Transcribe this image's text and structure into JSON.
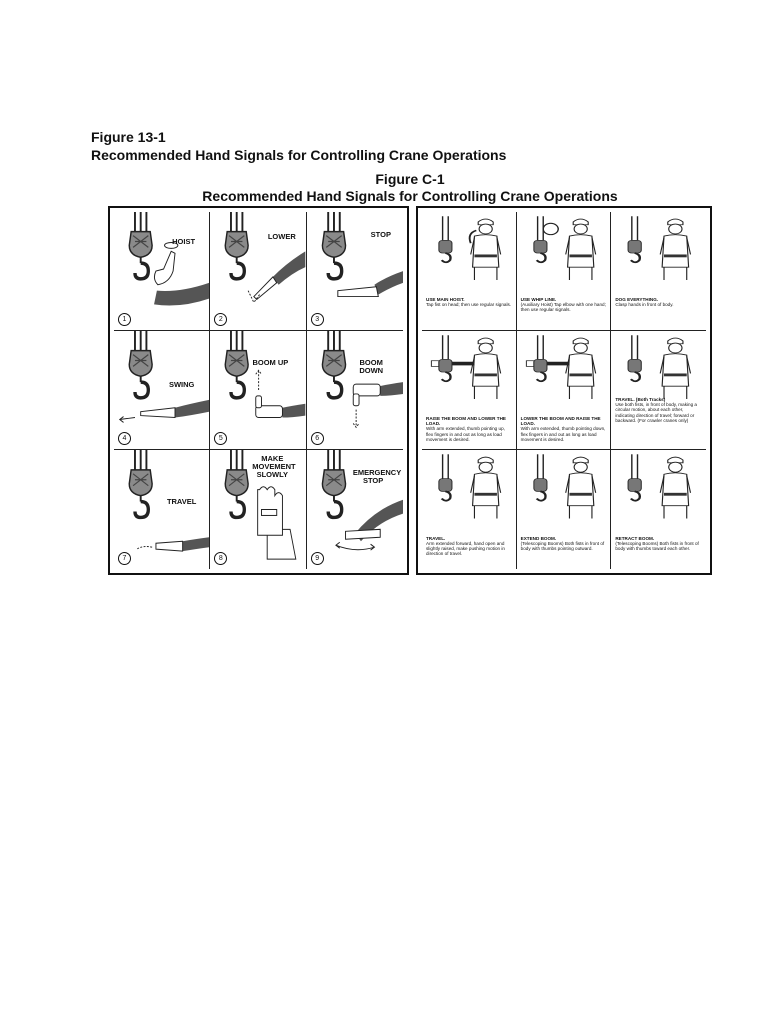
{
  "document": {
    "title_line1": "Figure 13-1",
    "title_line2": "Recommended Hand Signals for Controlling Crane Operations"
  },
  "figure": {
    "number": "Figure C-1",
    "title": "Recommended Hand Signals for Controlling Crane Operations"
  },
  "left_panel": {
    "signals": [
      {
        "number": "1",
        "label": "HOIST",
        "icon": "finger-circle-up-icon"
      },
      {
        "number": "2",
        "label": "LOWER",
        "icon": "finger-point-down-icon"
      },
      {
        "number": "3",
        "label": "STOP",
        "icon": "flat-hand-icon"
      },
      {
        "number": "4",
        "label": "SWING",
        "icon": "point-direction-icon"
      },
      {
        "number": "5",
        "label": "BOOM UP",
        "icon": "thumb-up-icon"
      },
      {
        "number": "6",
        "label": "BOOM DOWN",
        "icon": "thumb-down-icon"
      },
      {
        "number": "7",
        "label": "TRAVEL",
        "icon": "hand-push-icon"
      },
      {
        "number": "8",
        "label": "MAKE MOVEMENT SLOWLY",
        "icon": "hand-over-hand-icon"
      },
      {
        "number": "9",
        "label": "EMERGENCY STOP",
        "icon": "arm-sweep-icon"
      }
    ]
  },
  "right_panel": {
    "signals": [
      {
        "title": "USE MAIN HOIST.",
        "text": "Tap fist on head; then use regular signals."
      },
      {
        "title": "USE WHIP LINE.",
        "text": "(Auxiliary Hoist) Tap elbow with one hand; then use regular signals."
      },
      {
        "title": "DOG EVERYTHING.",
        "text": "Clasp hands in front of body."
      },
      {
        "title": "RAISE THE BOOM AND LOWER THE LOAD.",
        "text": "With arm extended, thumb pointing up, flex fingers in and out as long as load movement is desired."
      },
      {
        "title": "LOWER THE BOOM AND RAISE THE LOAD.",
        "text": "With arm extended, thumb pointing down, flex fingers in and out as long as load movement is desired."
      },
      {
        "title": "TRAVEL. (Both Tracks)",
        "text": "Use both fists, in front of body, making a circular motion, about each other, indicating direction of travel; forward or backward. (For crawler cranes only)"
      },
      {
        "title": "TRAVEL.",
        "text": "Arm extended forward, hand open and slightly raised, make pushing motion in direction of travel."
      },
      {
        "title": "EXTEND BOOM.",
        "text": "(Telescoping Booms) Both fists in front of body with thumbs pointing outward."
      },
      {
        "title": "RETRACT BOOM.",
        "text": "(Telescoping Booms) Both fists in front of body with thumbs toward each other."
      }
    ]
  }
}
